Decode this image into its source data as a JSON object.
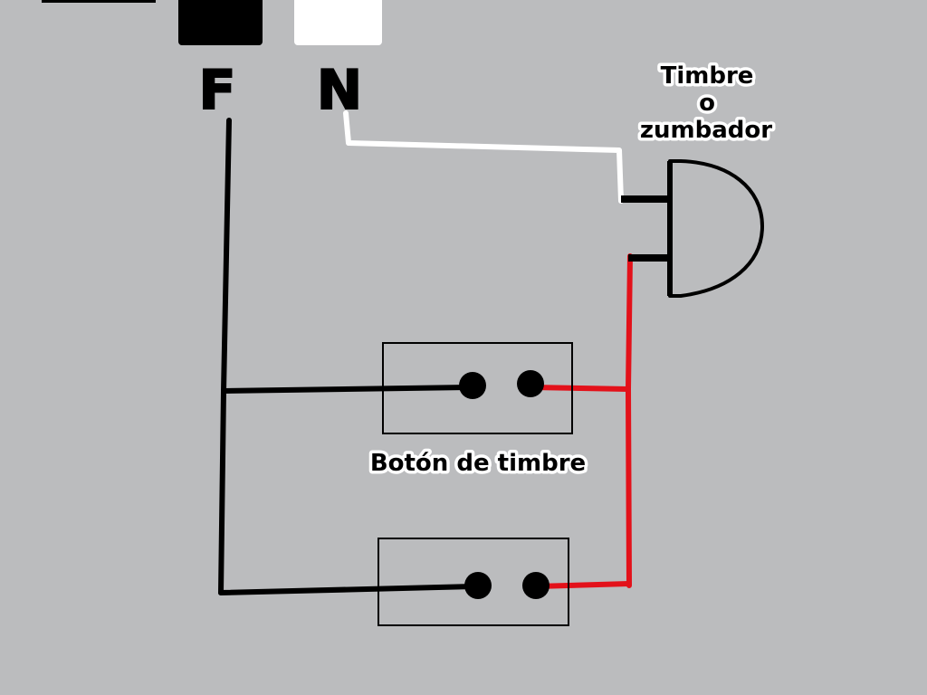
{
  "terminals": {
    "phase": "F",
    "neutral": "N"
  },
  "labels": {
    "buzzer_line1": "Timbre",
    "buzzer_line2": "o",
    "buzzer_line3": "zumbador",
    "button": "Botón de timbre"
  },
  "colors": {
    "background": "#bbbcbe",
    "phase_wire": "#000000",
    "neutral_wire": "#ffffff",
    "switched_wire": "#e3111a"
  }
}
